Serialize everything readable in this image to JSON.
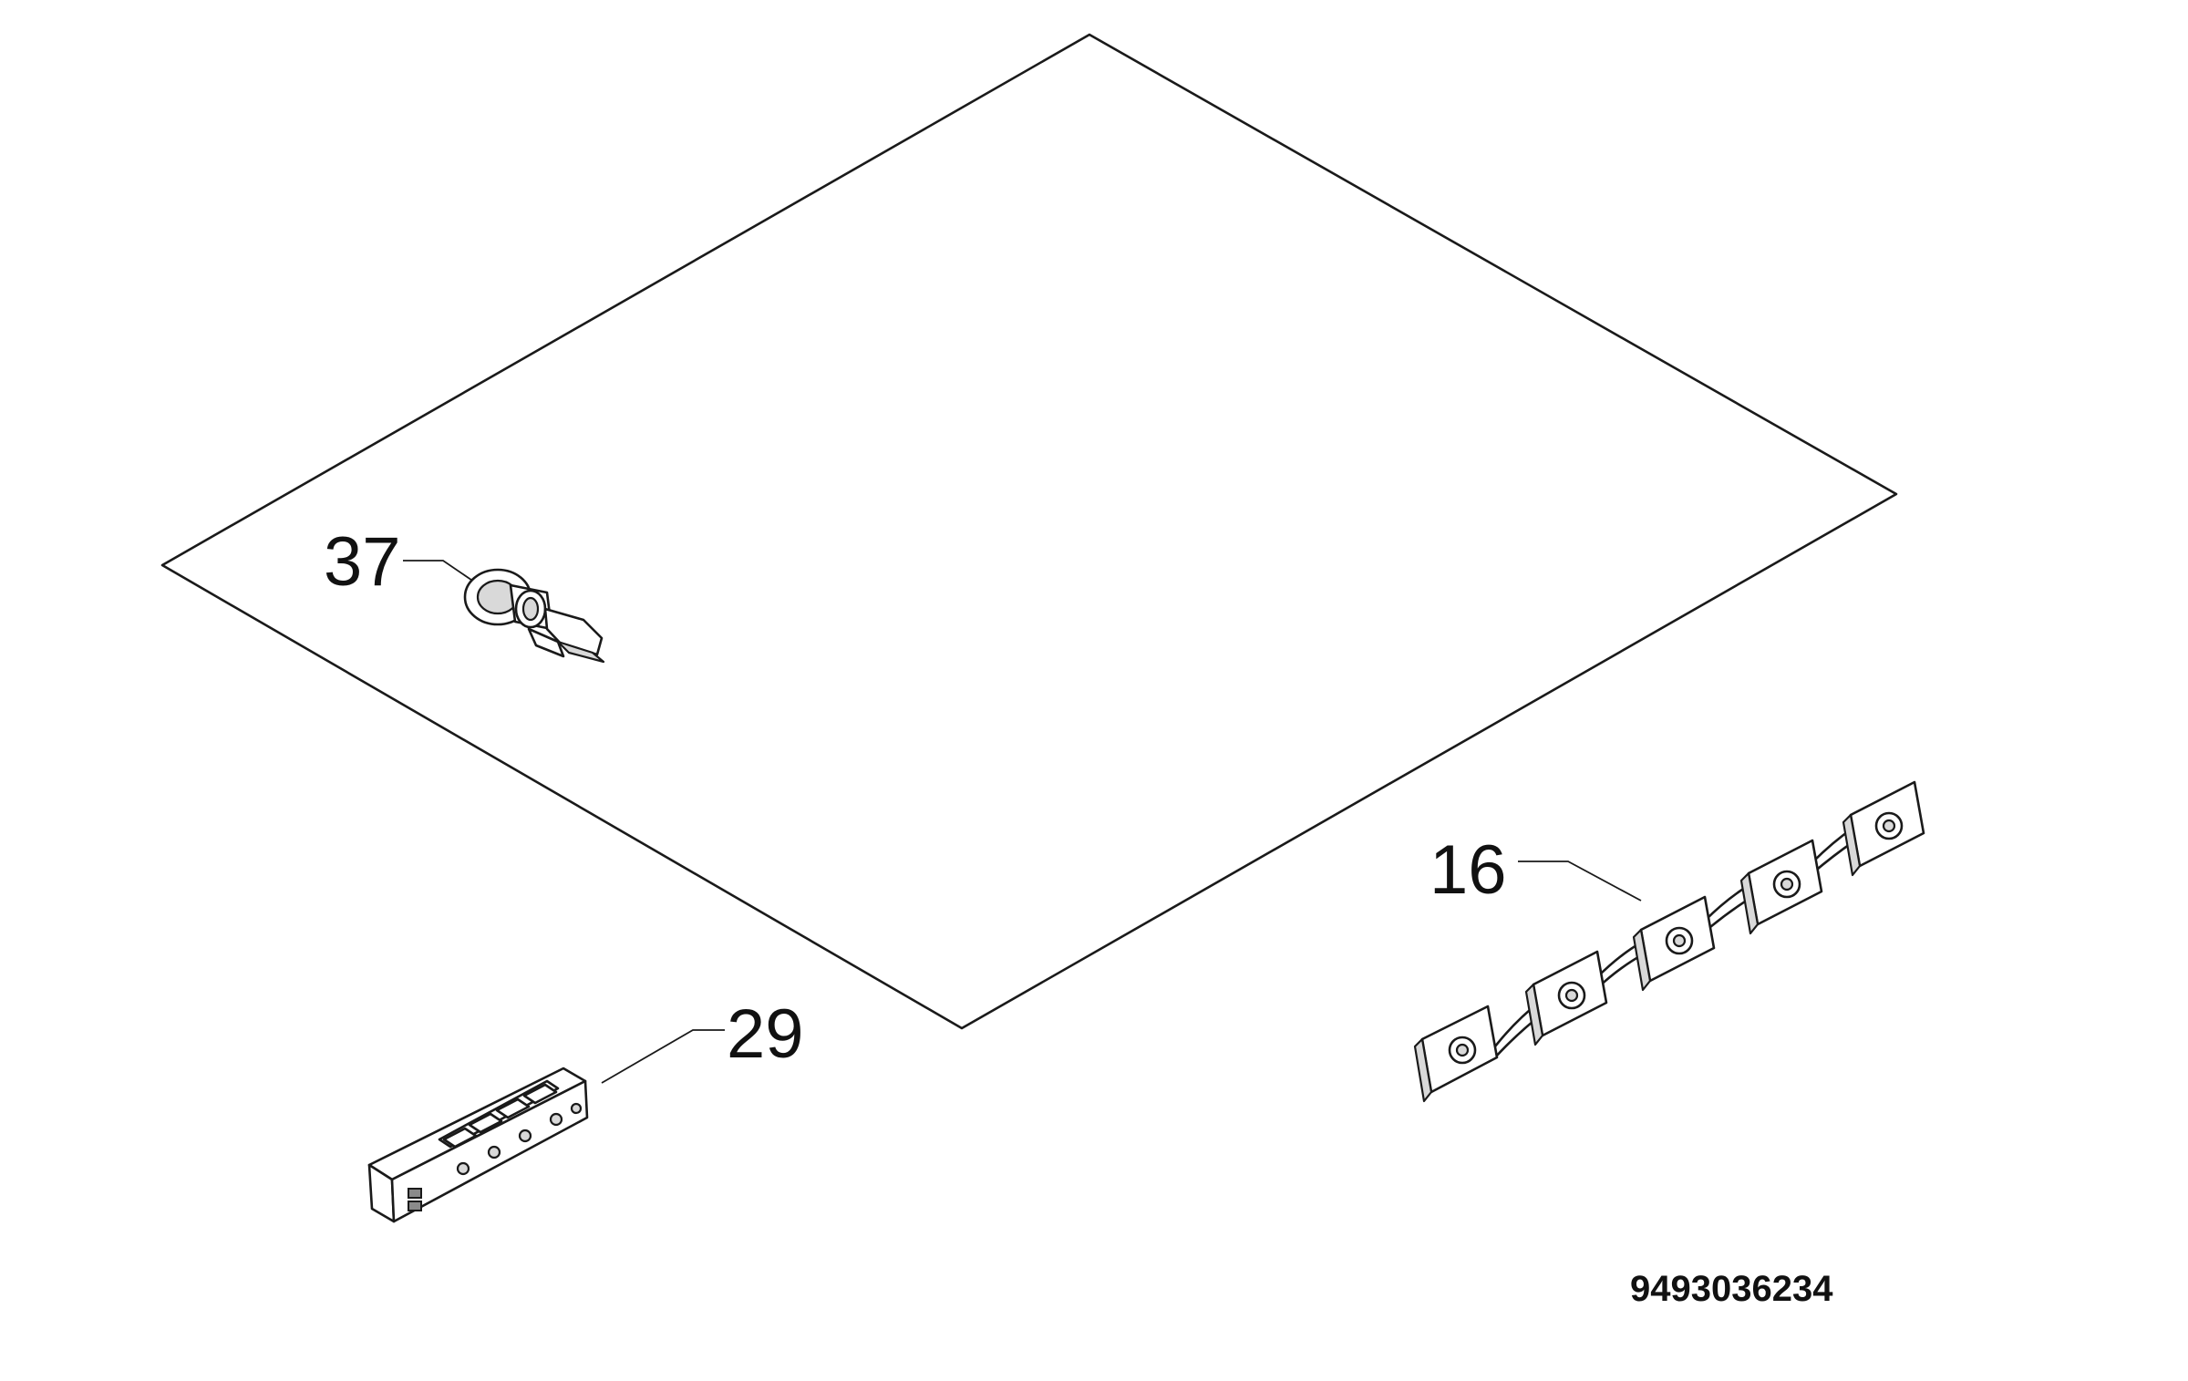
{
  "diagram": {
    "callouts": [
      {
        "id": "37",
        "label": "37"
      },
      {
        "id": "29",
        "label": "29"
      },
      {
        "id": "16",
        "label": "16"
      }
    ],
    "document_number": "9493036234"
  },
  "colors": {
    "line": "#1a1a1a",
    "background": "#ffffff"
  }
}
